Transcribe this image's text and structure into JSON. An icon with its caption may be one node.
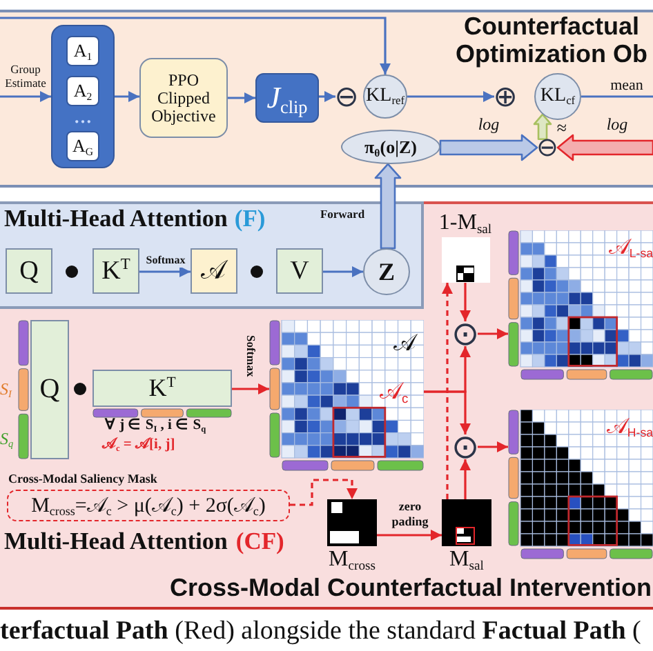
{
  "diagram": {
    "caption": "**terfactual Path** (Red) alongside the standard **Factual Path** (",
    "nodes": [
      {
        "text": [
          "Counterfactual Optimization Ob"
        ]
      },
      {
        "text": [
          "…"
        ],
        "in": 0
      },
      {
        "text": [
          "A$_{1}$"
        ],
        "in": 1
      },
      {
        "text": [
          "A$_{2}$"
        ],
        "in": 1
      },
      {
        "text": [
          "A$_{G}$"
        ],
        "in": 1
      },
      {
        "text": [
          "PPO Clipped Objective"
        ],
        "in": 0
      },
      {
        "text": [
          "*J*$_{clip}$"
        ],
        "in": 0
      },
      {
        "text": [
          "⊖"
        ],
        "in": 0
      },
      {
        "text": [
          "KL$_{ref}$"
        ],
        "in": 0
      },
      {
        "text": [
          "⊕"
        ],
        "in": 0
      },
      {
        "text": [
          "KL$_{cf}$"
        ],
        "in": 0
      },
      {
        "text": [
          "π$_{θ}$(o|Z)"
        ],
        "in": 0
      },
      {
        "text": [
          "⊖"
        ],
        "in": 0
      },
      {
        "text": [
          "Cross-Modal Counterfactual Intervention"
        ]
      },
      {
        "text": [
          "Multi-Head Attention",
          "(F)"
        ],
        "in": 13
      },
      {
        "text": [
          "Q"
        ],
        "in": 14
      },
      {
        "text": [
          "K$^{T}$"
        ],
        "in": 14
      },
      {
        "text": [
          "𝒜"
        ],
        "in": 14
      },
      {
        "text": [
          "V"
        ],
        "in": 14
      },
      {
        "text": [
          "Z"
        ],
        "in": 14
      },
      {
        "text": [
          "Q"
        ],
        "in": 13,
        "beside": [
          "S$_{I}$",
          "S$_{q}$"
        ]
      },
      {
        "text": [
          "K$^{T}$"
        ],
        "in": 13
      },
      {
        "text": [
          "𝒜",
          "𝒜$_{c}$"
        ],
        "in": 13
      },
      {
        "text": [
          "Cross-Modal Saliency Mask",
          "M$_{cross}$=𝒜$_{c}$ > μ(𝒜$_{c}$) + 2σ(𝒜$_{c}$)"
        ],
        "in": 13
      },
      {
        "text": [
          "M$_{cross}$"
        ],
        "in": 13
      },
      {
        "text": [
          "M$_{sal}$"
        ],
        "in": 13
      },
      {
        "text": [
          "1-M$_{sal}$"
        ],
        "in": 13
      },
      {
        "text": [
          "⊙"
        ],
        "in": 13
      },
      {
        "text": [
          "⊙"
        ],
        "in": 13
      },
      {
        "text": [
          "𝒜$_{L-sa}$"
        ],
        "in": 13
      },
      {
        "text": [
          "𝒜$_{H-sa}$"
        ],
        "in": 13
      }
    ],
    "edges": [
      {
        "from": null,
        "to": 1,
        "arrow": "to",
        "label": "Group Estimate",
        "color": "#4a72c0"
      },
      {
        "from": 1,
        "to": 5,
        "arrow": "to",
        "color": "#4a72c0"
      },
      {
        "from": 5,
        "to": 6,
        "arrow": "to",
        "color": "#4a72c0"
      },
      {
        "from": 6,
        "to": 7,
        "arrow": "to",
        "color": "#4a72c0"
      },
      {
        "from": null,
        "to": 8,
        "arrow": "to",
        "color": "#4a72c0"
      },
      {
        "from": 8,
        "to": 9,
        "arrow": "to",
        "color": "#4a72c0"
      },
      {
        "from": 10,
        "to": null,
        "arrow": "none",
        "label": "mean",
        "color": "#4a72c0"
      },
      {
        "from": 11,
        "to": 12,
        "arrow": "to",
        "label": "log",
        "style": "thick",
        "color": "#4a72c0"
      },
      {
        "from": null,
        "to": 12,
        "arrow": "to",
        "label": "log",
        "style": "thick",
        "color": "#e3262b"
      },
      {
        "from": 12,
        "to": 10,
        "arrow": "to",
        "label": "≈",
        "style": "thick",
        "color": "#a8c060"
      },
      {
        "from": 16,
        "to": 17,
        "arrow": "to",
        "label": "Softmax",
        "color": "#4a72c0"
      },
      {
        "from": 18,
        "to": 19,
        "arrow": "to",
        "color": "#4a72c0"
      },
      {
        "from": 19,
        "to": 11,
        "arrow": "to",
        "label": "Forward",
        "style": "thick",
        "color": "#4a72c0"
      },
      {
        "from": 21,
        "to": 22,
        "arrow": "to",
        "label": "Softmax",
        "color": "#e3262b"
      },
      {
        "from": 23,
        "to": 24,
        "arrow": "to",
        "style": "dashed",
        "color": "#e3262b"
      },
      {
        "from": 24,
        "to": 25,
        "arrow": "to",
        "label": "zero pading",
        "color": "#e3262b"
      },
      {
        "from": 25,
        "to": 26,
        "arrow": "to",
        "style": "dashed",
        "color": "#e3262b"
      },
      {
        "from": 26,
        "to": 27,
        "arrow": "to",
        "color": "#e3262b"
      },
      {
        "from": 22,
        "to": 27,
        "arrow": "to",
        "color": "#e3262b"
      },
      {
        "from": 22,
        "to": 28,
        "arrow": "to",
        "color": "#e3262b"
      },
      {
        "from": 25,
        "to": 28,
        "arrow": "to",
        "color": "#e3262b"
      },
      {
        "from": 27,
        "to": 29,
        "arrow": "to",
        "color": "#e3262b"
      },
      {
        "from": 28,
        "to": 30,
        "arrow": "to",
        "color": "#e3262b"
      }
    ],
    "labels": [
      "∀ j ∈ S$_{I}$ , i ∈ S$_{q}$",
      "𝒜$_{c}$ = 𝒜[i, j]",
      "Multi-Head Attention",
      "(CF)"
    ]
  }
}
